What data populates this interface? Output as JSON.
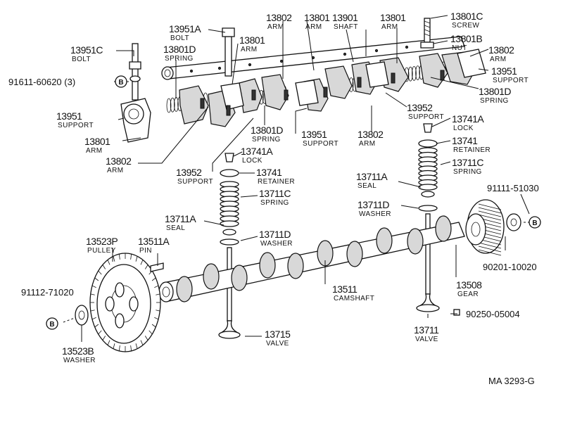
{
  "callouts": [
    {
      "id": "13951C",
      "pn": "13951C",
      "name": "BOLT"
    },
    {
      "id": "13951A",
      "pn": "13951A",
      "name": "BOLT"
    },
    {
      "id": "13801D_a",
      "pn": "13801D",
      "name": "SPRING"
    },
    {
      "id": "13802_a",
      "pn": "13802",
      "name": "ARM"
    },
    {
      "id": "13801_a",
      "pn": "13801",
      "name": "ARM"
    },
    {
      "id": "13801_b",
      "pn": "13801",
      "name": "ARM"
    },
    {
      "id": "13901",
      "pn": "13901",
      "name": "SHAFT"
    },
    {
      "id": "13801_c",
      "pn": "13801",
      "name": "ARM"
    },
    {
      "id": "13801C",
      "pn": "13801C",
      "name": "SCREW"
    },
    {
      "id": "13801B",
      "pn": "13801B",
      "name": "NUT"
    },
    {
      "id": "13802_b",
      "pn": "13802",
      "name": "ARM"
    },
    {
      "id": "13951_r",
      "pn": "13951",
      "name": "SUPPORT"
    },
    {
      "id": "13801D_r",
      "pn": "13801D",
      "name": "SPRING"
    },
    {
      "id": "13952_r",
      "pn": "13952",
      "name": "SUPPORT"
    },
    {
      "id": "13801D_m",
      "pn": "13801D",
      "name": "SPRING"
    },
    {
      "id": "13741A_r",
      "pn": "13741A",
      "name": "LOCK"
    },
    {
      "id": "13741_r",
      "pn": "13741",
      "name": "RETAINER"
    },
    {
      "id": "13711C_r",
      "pn": "13711C",
      "name": "SPRING"
    },
    {
      "id": "13711A_r",
      "pn": "13711A",
      "name": "SEAL"
    },
    {
      "id": "13711D_r",
      "pn": "13711D",
      "name": "WASHER"
    },
    {
      "id": "13951_l",
      "pn": "13951",
      "name": "SUPPORT"
    },
    {
      "id": "13801_l",
      "pn": "13801",
      "name": "ARM"
    },
    {
      "id": "13802_l",
      "pn": "13802",
      "name": "ARM"
    },
    {
      "id": "13801D_c",
      "pn": "13801D",
      "name": "SPRING"
    },
    {
      "id": "13951_c",
      "pn": "13951",
      "name": "SUPPORT"
    },
    {
      "id": "13802_c",
      "pn": "13802",
      "name": "ARM"
    },
    {
      "id": "13952_l",
      "pn": "13952",
      "name": "SUPPORT"
    },
    {
      "id": "13741A_l",
      "pn": "13741A",
      "name": "LOCK"
    },
    {
      "id": "13741_l",
      "pn": "13741",
      "name": "RETAINER"
    },
    {
      "id": "13711C_l",
      "pn": "13711C",
      "name": "SPRING"
    },
    {
      "id": "13711A_l",
      "pn": "13711A",
      "name": "SEAL"
    },
    {
      "id": "13711D_l",
      "pn": "13711D",
      "name": "WASHER"
    },
    {
      "id": "13523P",
      "pn": "13523P",
      "name": "PULLEY"
    },
    {
      "id": "13511A",
      "pn": "13511A",
      "name": "PIN"
    },
    {
      "id": "13511",
      "pn": "13511",
      "name": "CAMSHAFT"
    },
    {
      "id": "13508",
      "pn": "13508",
      "name": "GEAR"
    },
    {
      "id": "13715",
      "pn": "13715",
      "name": "VALVE"
    },
    {
      "id": "13711",
      "pn": "13711",
      "name": "VALVE"
    },
    {
      "id": "13523B",
      "pn": "13523B",
      "name": "WASHER"
    }
  ],
  "standard_parts": [
    {
      "id": "p91611",
      "text": "91611-60620 (3)"
    },
    {
      "id": "p91111",
      "text": "91111-51030"
    },
    {
      "id": "p90201",
      "text": "90201-10020"
    },
    {
      "id": "p91112",
      "text": "91112-71020"
    },
    {
      "id": "p90250",
      "text": "90250-05004"
    }
  ],
  "ref_markers": [
    {
      "id": "b1",
      "text": "B"
    },
    {
      "id": "b2",
      "text": "B"
    },
    {
      "id": "b3",
      "text": "B"
    }
  ],
  "figure_code": "MA 3293-G"
}
